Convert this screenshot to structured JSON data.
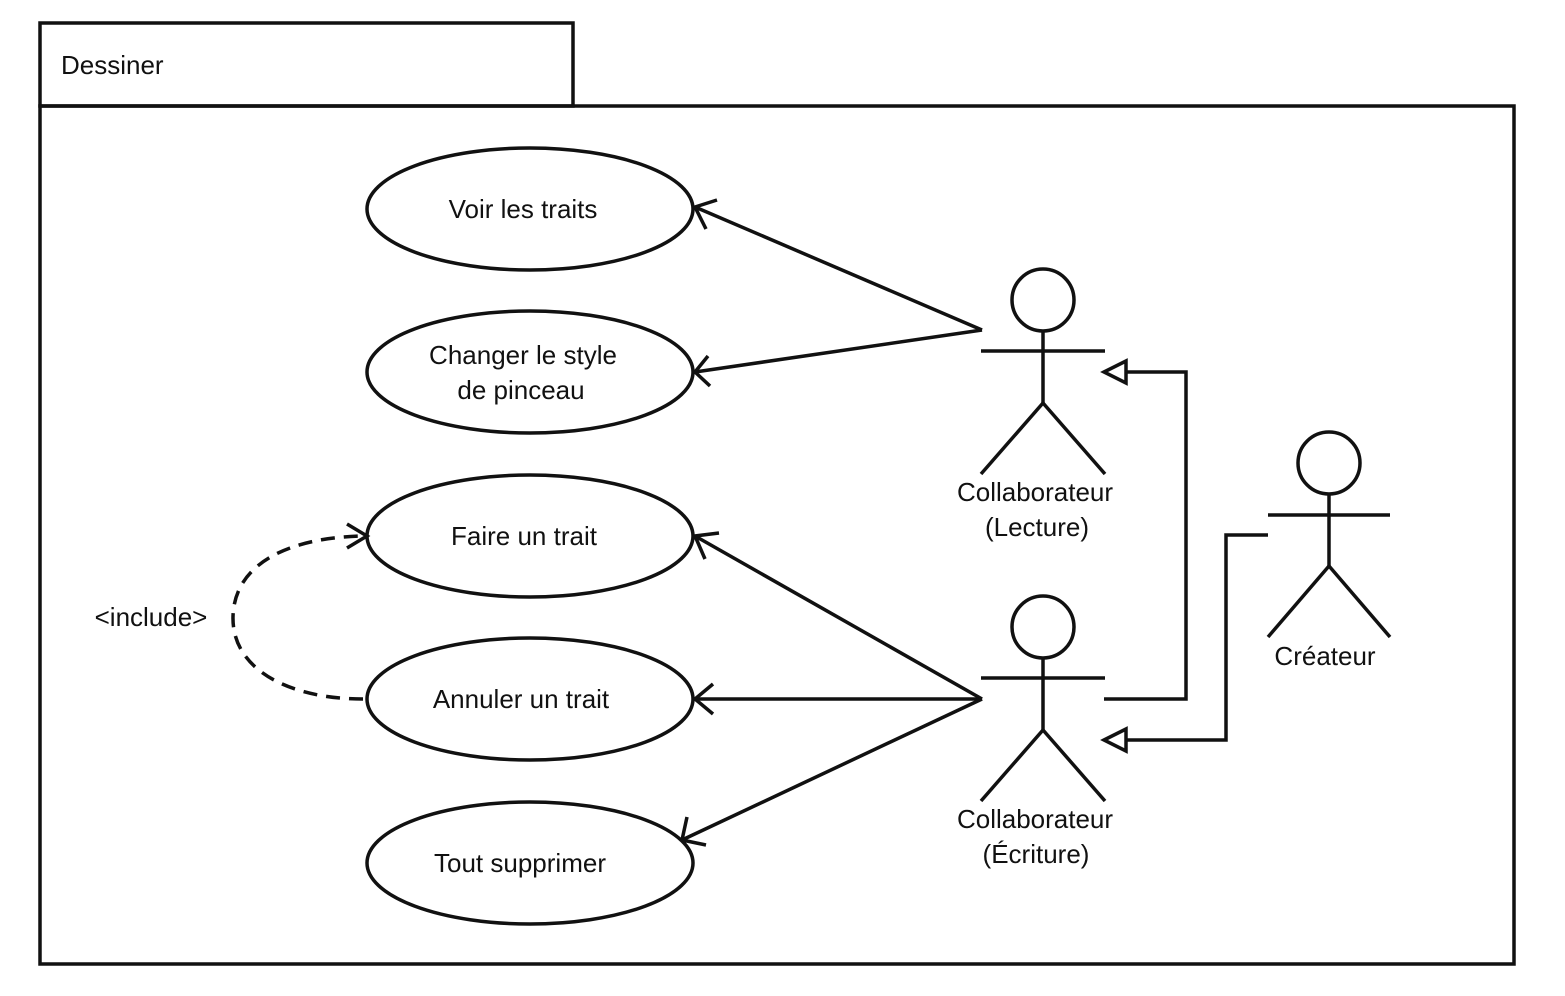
{
  "package": {
    "name": "Dessiner"
  },
  "use_cases": {
    "voir": "Voir les traits",
    "changer_line1": "Changer le style",
    "changer_line2": "de pinceau",
    "faire": "Faire un trait",
    "annuler": "Annuler un trait",
    "supprimer": "Tout supprimer"
  },
  "actors": {
    "lecture_line1": "Collaborateur",
    "lecture_line2": "(Lecture)",
    "ecriture_line1": "Collaborateur",
    "ecriture_line2": "(Écriture)",
    "createur": "Créateur"
  },
  "relations": {
    "include_label": "<include>"
  },
  "colors": {
    "ink": "#111111",
    "background": "#ffffff"
  }
}
